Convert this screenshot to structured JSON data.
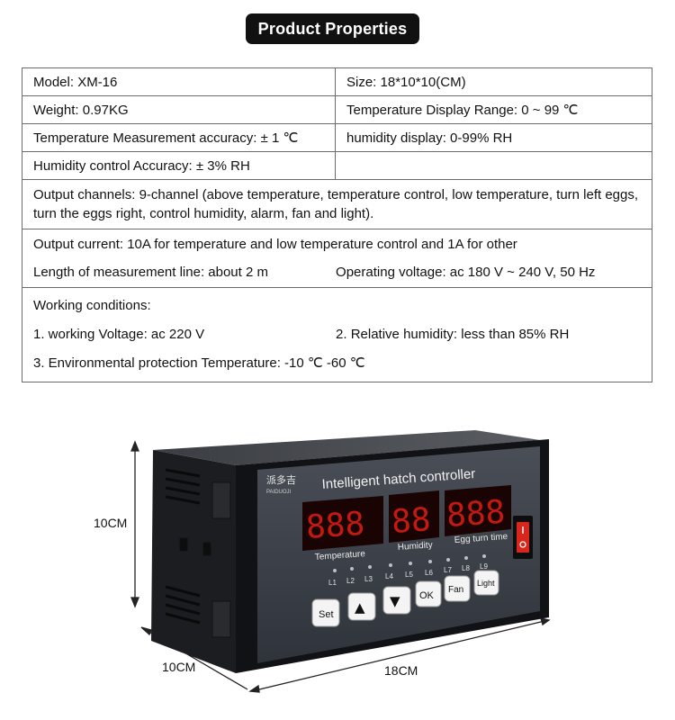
{
  "header": {
    "title": "Product Properties"
  },
  "properties": {
    "model": "Model: XM-16",
    "size": "Size: 18*10*10(CM)",
    "weight": "Weight: 0.97KG",
    "temp_display_range": "Temperature Display Range: 0 ~ 99 ℃",
    "temp_accuracy": "Temperature Measurement accuracy: ± 1 ℃",
    "humidity_display": "humidity display: 0-99% RH",
    "humidity_accuracy": "Humidity control Accuracy: ± 3% RH",
    "output_channels": "Output channels: 9-channel (above temperature, temperature control, low temperature, turn left eggs, turn the eggs right, control humidity, alarm, fan and light).",
    "output_current": "Output current: 10A for temperature and low temperature control and 1A for other",
    "line_length": "Length of measurement line: about 2 m",
    "operating_voltage": "Operating voltage: ac 180 V ~ 240 V, 50 Hz",
    "working_conditions": "Working conditions:",
    "working_voltage": "1. working Voltage: ac 220 V",
    "relative_humidity": "2. Relative humidity: less than 85% RH",
    "env_temperature": "3. Environmental protection Temperature: -10 ℃ -60 ℃"
  },
  "device": {
    "brand_cn": "派多吉",
    "brand_en": "PAIDUOJI",
    "panel_title": "Intelligent hatch controller",
    "displays": {
      "temperature": "Temperature",
      "humidity": "Humidity",
      "egg_turn": "Egg turn time"
    },
    "leds": [
      "L1",
      "L2",
      "L3",
      "L4",
      "L5",
      "L6",
      "L7",
      "L8",
      "L9"
    ],
    "buttons": [
      "Set",
      "▲",
      "▼",
      "OK",
      "Fan",
      "Light"
    ],
    "dimensions": {
      "height": "10CM",
      "depth": "10CM",
      "width": "18CM"
    }
  }
}
